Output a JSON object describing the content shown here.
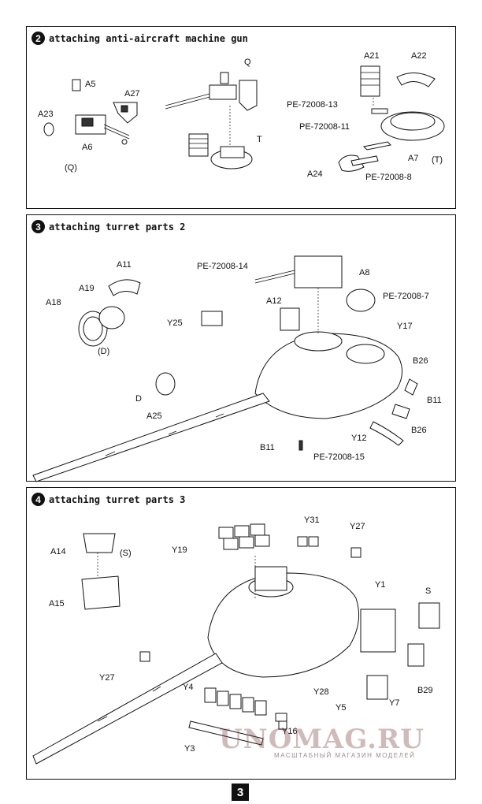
{
  "steps": [
    {
      "number": "2",
      "title": "attaching anti-aircraft machine gun",
      "labels": [
        "A5",
        "A27",
        "A23",
        "A6",
        "(Q)",
        "Q",
        "T",
        "A21",
        "A22",
        "PE-72008-13",
        "PE-72008-11",
        "A7",
        "(T)",
        "A24",
        "PE-72008-8"
      ]
    },
    {
      "number": "3",
      "title": "attaching turret parts 2",
      "labels": [
        "A11",
        "A19",
        "A18",
        "(D)",
        "PE-72008-14",
        "A12",
        "A8",
        "PE-72008-7",
        "Y25",
        "Y17",
        "B26",
        "B11",
        "D",
        "A25",
        "B26",
        "Y12",
        "B11",
        "PE-72008-15"
      ]
    },
    {
      "number": "4",
      "title": "attaching turret parts 3",
      "labels": [
        "A14",
        "(S)",
        "A15",
        "Y19",
        "Y31",
        "Y27",
        "Y1",
        "S",
        "B29",
        "Y27",
        "Y4",
        "Y28",
        "Y5",
        "Y7",
        "Y3",
        "Y16"
      ]
    }
  ],
  "page_number": "3",
  "watermark": {
    "main": "UNOMAG.RU",
    "sub": "МАСШТАБНЫЙ МАГАЗИН МОДЕЛЕЙ"
  }
}
